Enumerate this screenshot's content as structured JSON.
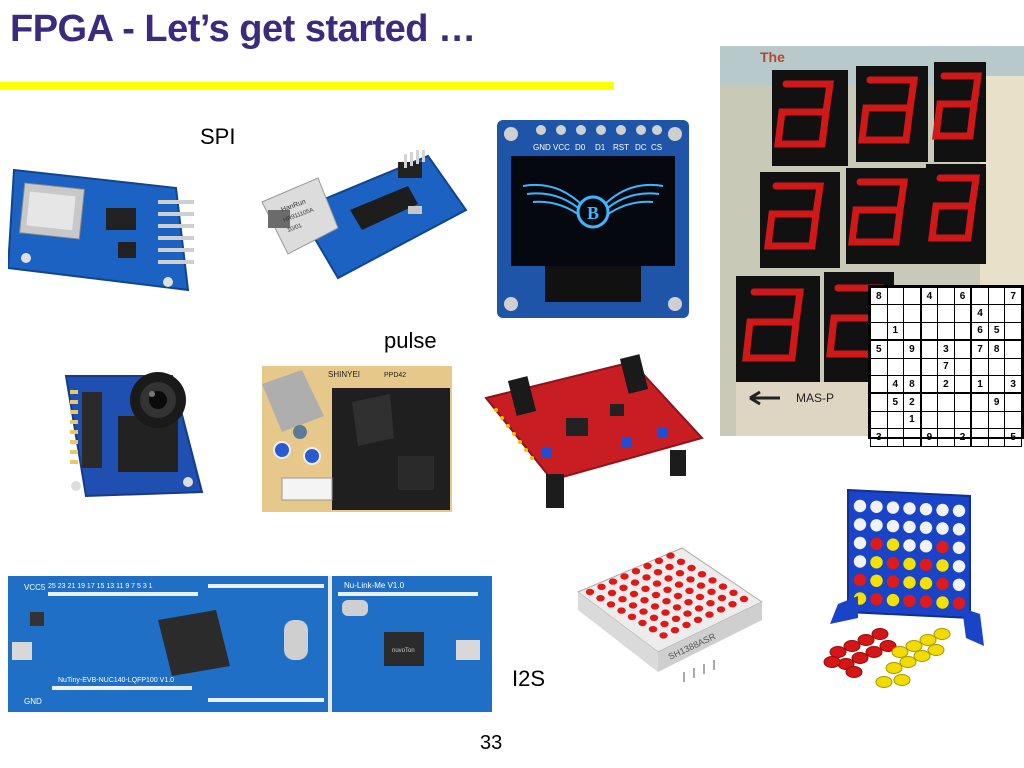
{
  "slide": {
    "title": "FPGA - Let’s get started …",
    "page_number": "33",
    "labels": {
      "spi": "SPI",
      "pulse": "pulse",
      "i2s": "I2S"
    },
    "colors": {
      "title": "#3b2a7d",
      "underline": "#ffff00"
    }
  },
  "images": {
    "ethernet_module": {
      "chip_text_1": "HanRun",
      "chip_text_2": "HR911105A",
      "chip_text_3": "10/01"
    },
    "oled_display": {
      "pins": [
        "GND",
        "VCC",
        "D0",
        "D1",
        "RST",
        "DC",
        "CS"
      ],
      "logo_letter": "B"
    },
    "dust_sensor": {
      "brand": "SHINYEI",
      "model": "PPD42"
    },
    "led_matrix": {
      "part": "SH1388ASR"
    },
    "nutiny_board": {
      "left_label": "NuTiny-EVB-NUC140-LQFP100 V1.0",
      "right_label": "Nu-Link-Me V1.0",
      "vcc_label": "VCC5",
      "gnd_label": "GND",
      "top_pin_numbers": "25 23 21 19 17 15 13 11 9 7 5 3 1",
      "chip_brand": "nuvoTon"
    },
    "seven_segment": {
      "brand_text": "MAS-P",
      "top_text": "The"
    }
  },
  "sudoku": {
    "rows": [
      [
        "8",
        "",
        "",
        "4",
        "",
        "6",
        "",
        "",
        "7"
      ],
      [
        "",
        "",
        "",
        "",
        "",
        "",
        "4",
        "",
        ""
      ],
      [
        "",
        "1",
        "",
        "",
        "",
        "",
        "6",
        "5",
        ""
      ],
      [
        "5",
        "",
        "9",
        "",
        "3",
        "",
        "7",
        "8",
        ""
      ],
      [
        "",
        "",
        "",
        "",
        "7",
        "",
        "",
        "",
        ""
      ],
      [
        "",
        "4",
        "8",
        "",
        "2",
        "",
        "1",
        "",
        "3"
      ],
      [
        "",
        "5",
        "2",
        "",
        "",
        "",
        "",
        "9",
        ""
      ],
      [
        "",
        "",
        "1",
        "",
        "",
        "",
        "",
        "",
        ""
      ],
      [
        "3",
        "",
        "",
        "9",
        "",
        "2",
        "",
        "",
        "5"
      ]
    ]
  }
}
